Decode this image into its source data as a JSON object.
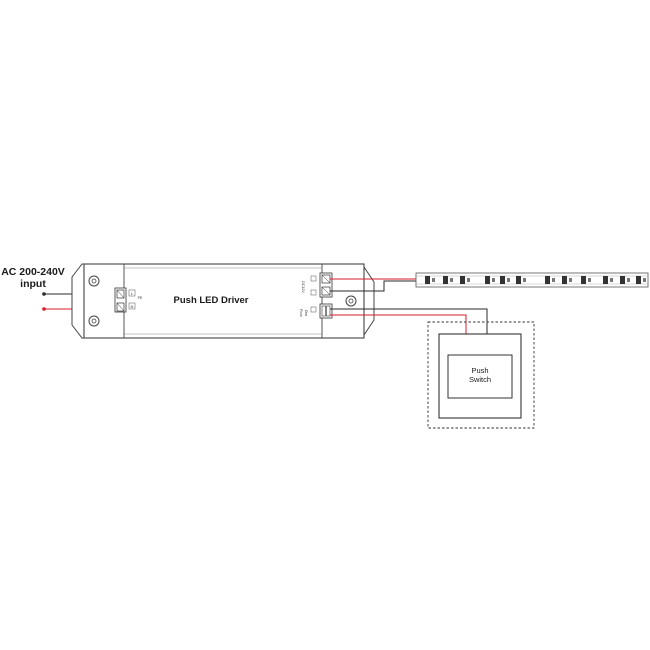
{
  "input": {
    "line1": "AC 200-240V",
    "line2": "input"
  },
  "driver": {
    "title": "Push LED Driver",
    "terminal_l": "L",
    "terminal_n": "N",
    "terminal_pe": "PE",
    "out_label": "DC12V",
    "push_label_1": "Push",
    "push_label_2": "Dim"
  },
  "switch": {
    "line1": "Push",
    "line2": "Switch"
  },
  "colors": {
    "wire_black": "#2a2a2a",
    "wire_red": "#d81b2a",
    "outline": "#444444",
    "led_chip": "#333333"
  }
}
